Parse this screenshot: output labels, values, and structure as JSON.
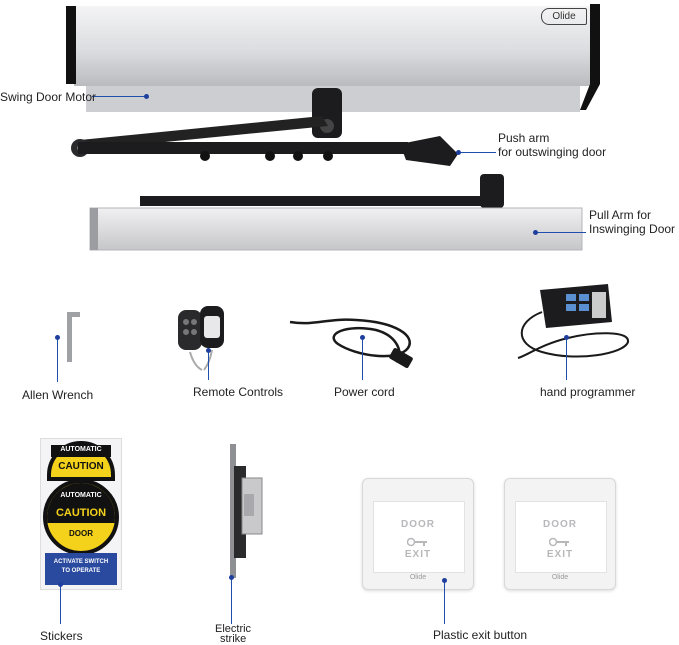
{
  "components": {
    "motor": {
      "label": "Swing  Door  Motor",
      "brand": "Olide"
    },
    "push_arm": {
      "line1": "Push arm",
      "line2": "for outswinging door"
    },
    "pull_arm": {
      "line1": "Pull Arm for",
      "line2": "Inswinging Door"
    },
    "allen_wrench": {
      "label": "Allen  Wrench"
    },
    "remotes": {
      "label": "Remote Controls"
    },
    "power_cord": {
      "label": "Power cord"
    },
    "programmer": {
      "label": "hand programmer"
    },
    "stickers": {
      "label": "Stickers",
      "sticker_top": "AUTOMATIC",
      "sticker_caution": "CAUTION",
      "sticker_door": "DOOR",
      "sticker_activate": "ACTIVATE SWITCH",
      "sticker_operate": "TO OPERATE"
    },
    "strike": {
      "line1": "Electric",
      "line2": "strike"
    },
    "exit_button": {
      "label": "Plastic exit button",
      "door_text": "DOOR",
      "exit_text": "EXIT",
      "brand": "Olide"
    }
  },
  "colors": {
    "aluminum": "#dcdde0",
    "arm_black": "#1c1c1e",
    "leader_blue": "#1f4fae",
    "sticker_yellow": "#f4d21b",
    "sticker_blue": "#2a4aa0"
  }
}
